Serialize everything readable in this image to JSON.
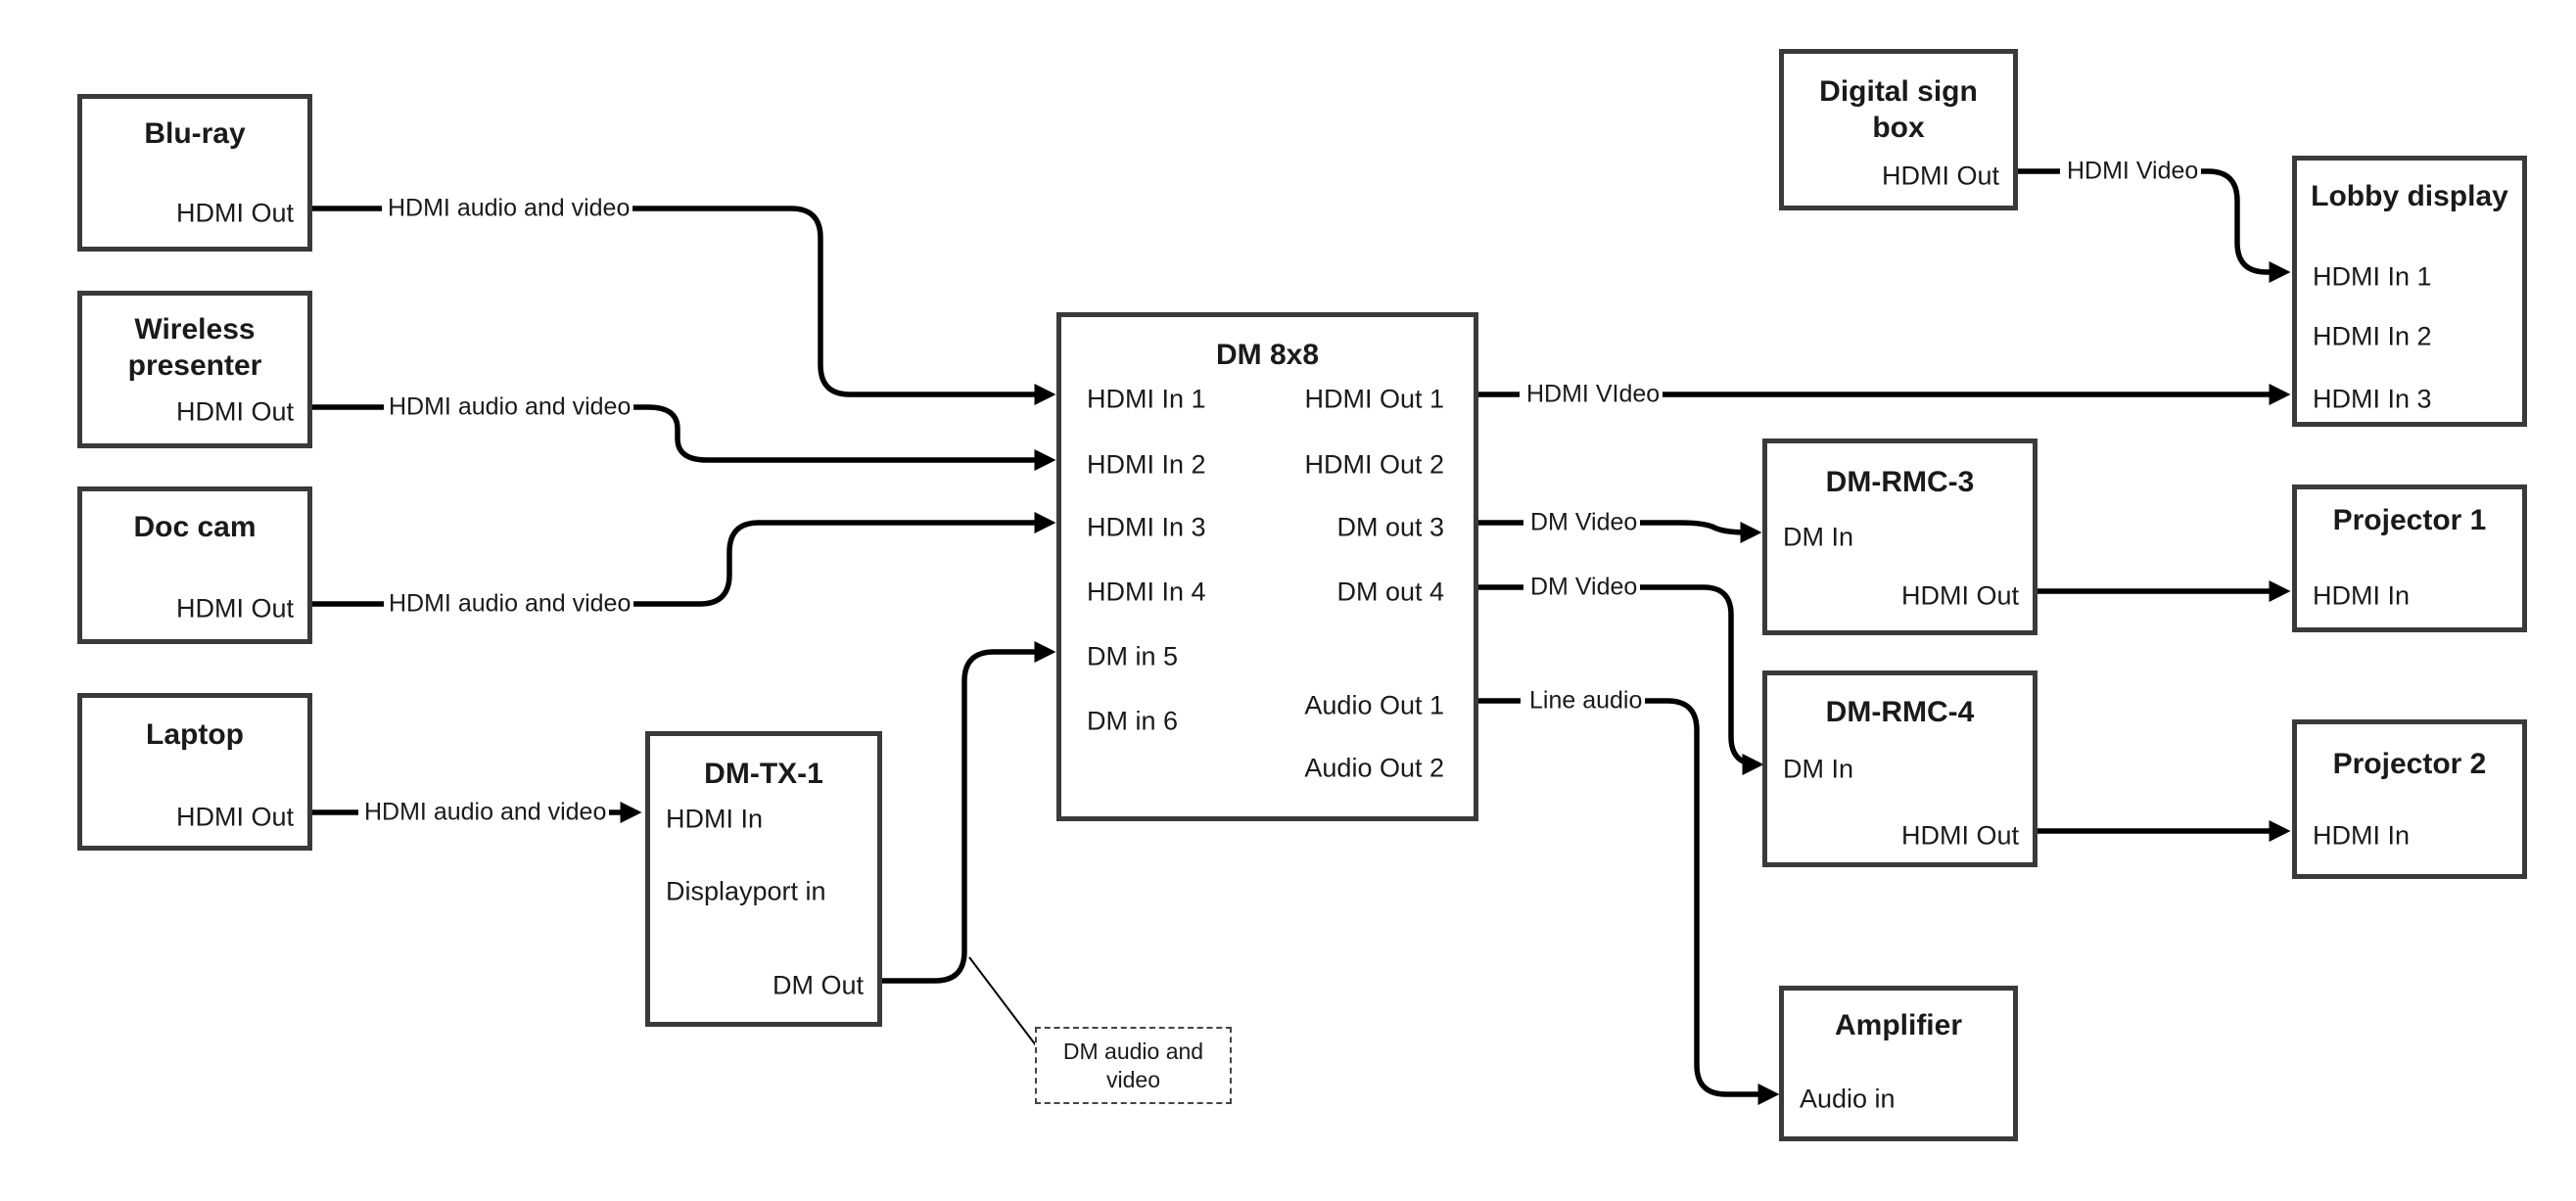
{
  "colors": {
    "box_border": "#3a3a3a",
    "wire": "#000000",
    "text": "#1a1a1a"
  },
  "nodes": {
    "blu_ray": {
      "title": "Blu-ray",
      "hdmi_out": "HDMI Out"
    },
    "wireless_presenter": {
      "title": "Wireless presenter",
      "hdmi_out": "HDMI Out"
    },
    "doc_cam": {
      "title": "Doc cam",
      "hdmi_out": "HDMI Out"
    },
    "laptop": {
      "title": "Laptop",
      "hdmi_out": "HDMI Out"
    },
    "dm_tx_1": {
      "title": "DM-TX-1",
      "hdmi_in": "HDMI In",
      "displayport_in": "Displayport in",
      "dm_out": "DM Out"
    },
    "dm_8x8": {
      "title": "DM 8x8",
      "hdmi_in_1": "HDMI In 1",
      "hdmi_in_2": "HDMI In 2",
      "hdmi_in_3": "HDMI In 3",
      "hdmi_in_4": "HDMI In 4",
      "dm_in_5": "DM in 5",
      "dm_in_6": "DM in 6",
      "hdmi_out_1": "HDMI Out 1",
      "hdmi_out_2": "HDMI Out 2",
      "dm_out_3": "DM out 3",
      "dm_out_4": "DM out 4",
      "audio_out_1": "Audio Out 1",
      "audio_out_2": "Audio Out 2"
    },
    "digital_sign_box": {
      "title": "Digital sign box",
      "hdmi_out": "HDMI Out"
    },
    "lobby_display": {
      "title": "Lobby display",
      "hdmi_in_1": "HDMI In 1",
      "hdmi_in_2": "HDMI In 2",
      "hdmi_in_3": "HDMI In 3"
    },
    "dm_rmc_3": {
      "title": "DM-RMC-3",
      "dm_in": "DM In",
      "hdmi_out": "HDMI Out"
    },
    "projector_1": {
      "title": "Projector 1",
      "hdmi_in": "HDMI In"
    },
    "dm_rmc_4": {
      "title": "DM-RMC-4",
      "dm_in": "DM In",
      "hdmi_out": "HDMI Out"
    },
    "projector_2": {
      "title": "Projector 2",
      "hdmi_in": "HDMI In"
    },
    "amplifier": {
      "title": "Amplifier",
      "audio_in": "Audio in"
    }
  },
  "wire_labels": {
    "bluray_to_hdmi_in_1": "HDMI audio and video",
    "presenter_to_hdmi_in_2": "HDMI audio and video",
    "doc_cam_to_hdmi_in_3": "HDMI audio and video",
    "laptop_to_dm_tx": "HDMI audio and video",
    "hdmi_out_1_to_lobby": "HDMI VIdeo",
    "dm_out_3_to_rmc_3": "DM Video",
    "dm_out_4_to_rmc_4": "DM Video",
    "audio_out_1_to_amp": "Line audio",
    "sign_to_lobby": "HDMI Video"
  },
  "note": {
    "text": "DM audio and video"
  }
}
